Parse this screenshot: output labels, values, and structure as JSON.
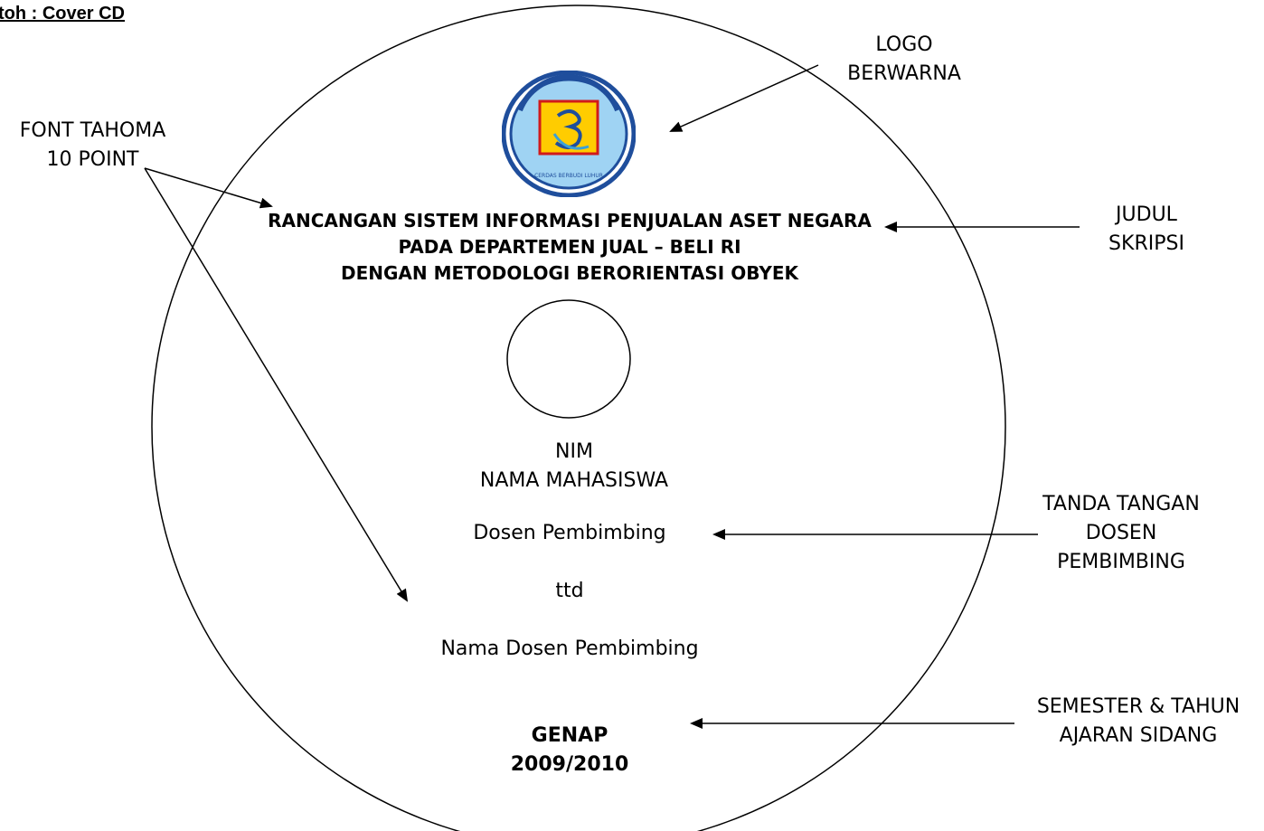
{
  "heading": "toh : Cover CD",
  "annotations": {
    "logo": [
      "LOGO",
      "BERWARNA"
    ],
    "font": [
      "FONT TAHOMA",
      "10 POINT"
    ],
    "title": [
      "JUDUL",
      "SKRIPSI"
    ],
    "signature": [
      "TANDA TANGAN",
      "DOSEN",
      "PEMBIMBING"
    ],
    "semester": [
      "SEMESTER & TAHUN",
      "AJARAN SIDANG"
    ]
  },
  "cd": {
    "title_lines": [
      "RANCANGAN SISTEM INFORMASI PENJUALAN ASET NEGARA",
      "PADA DEPARTEMEN JUAL – BELI RI",
      "DENGAN METODOLOGI BERORIENTASI OBYEK"
    ],
    "nim": "NIM",
    "student_name": "NAMA MAHASISWA",
    "supervisor_label": "Dosen Pembimbing",
    "signature": "ttd",
    "supervisor_name": "Nama Dosen Pembimbing",
    "semester": "GENAP",
    "year": "2009/2010",
    "logo_text": "CERDAS BERBUDI LUHUR"
  },
  "colors": {
    "logo_ring": "#1f4e9c",
    "logo_fill": "#9fd3f3",
    "logo_square": "#ffcc00",
    "logo_square_border": "#d11a1a"
  }
}
